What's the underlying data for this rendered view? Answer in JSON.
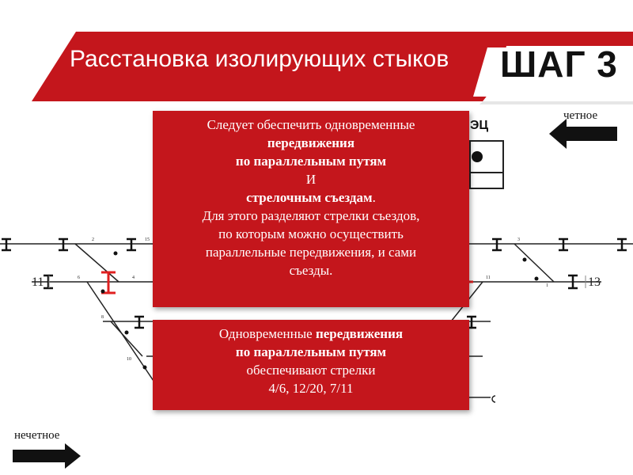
{
  "slide": {
    "title": "Расстановка изолирующих стыков",
    "step": "ШАГ 3"
  },
  "directions": {
    "even": "четное",
    "odd": "нечетное"
  },
  "diagram": {
    "panel_label": "ЭЦ",
    "track_left": "11",
    "track_right": "13",
    "switch_labels": [
      "2",
      "15",
      "6",
      "4",
      "8",
      "10",
      "3",
      "11",
      "1"
    ]
  },
  "box1": {
    "line1": "Следует обеспечить одновременные",
    "line2": "передвижения",
    "line3": "по параллельным путям",
    "line4": "И",
    "line5": "стрелочным съездам",
    "line5_suffix": ".",
    "line6": "Для этого разделяют стрелки съездов,",
    "line7": "по которым можно осуществить",
    "line8": "параллельные передвижения, и сами",
    "line9": "съезды."
  },
  "box2": {
    "line1_prefix": "Одновременные ",
    "line1_bold": "передвижения",
    "line2": "по параллельным путям",
    "line3": "обеспечивают стрелки",
    "line4": "4/6, 12/20, 7/11"
  },
  "colors": {
    "brand_red": "#c4161c",
    "insulated_joint": "#e02020"
  }
}
